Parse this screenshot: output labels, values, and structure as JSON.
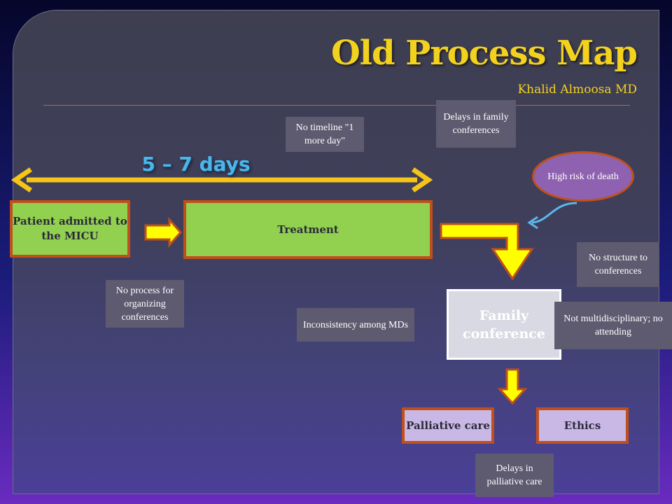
{
  "title": "Old Process Map",
  "subtitle": "Khalid Almoosa MD",
  "duration": "5 – 7 days",
  "boxes": {
    "patient": "Patient admitted to the MICU",
    "treatment": "Treatment",
    "family": "Family conference",
    "palliative": "Palliative care",
    "ethics": "Ethics"
  },
  "high_risk": "High risk of death",
  "notes": {
    "no_timeline": "No timeline \"1 more day\"",
    "delays_family": "Delays in family conferences",
    "no_structure": "No structure to conferences",
    "no_process": "No process for organizing conferences",
    "inconsistency": "Inconsistency among MDs",
    "not_multi": "Not multidisciplinary; no attending",
    "delays_palliative": "Delays in palliative care"
  },
  "colors": {
    "title": "#f3d21e",
    "arrow": "#ffff00",
    "arrow_border": "#c0501b",
    "duration": "#4bb6e8",
    "green_box": "#92d050",
    "lavender_box": "#c9b8e6"
  }
}
